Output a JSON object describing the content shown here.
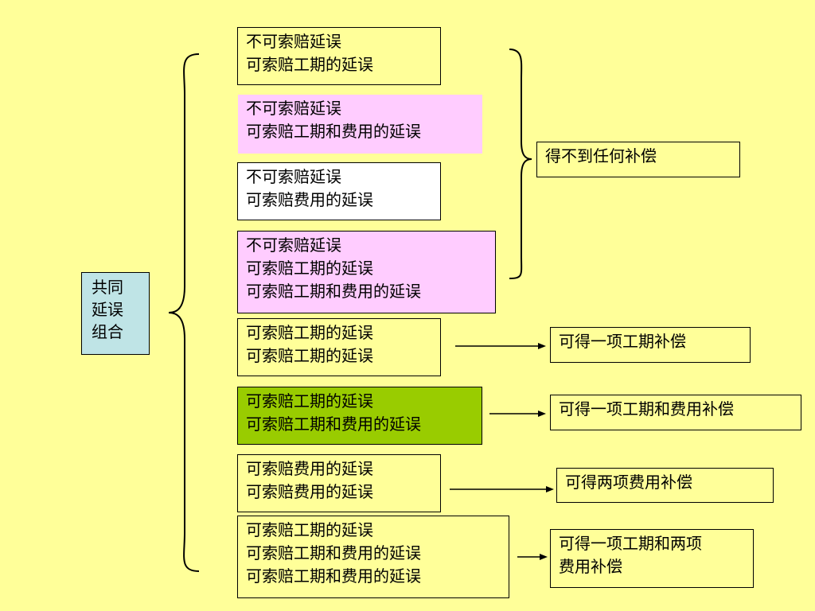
{
  "root": {
    "lines": [
      "共同",
      "延误",
      "组合"
    ],
    "color": "#bfe4e6"
  },
  "combos": [
    {
      "lines": [
        "不可索赔延误",
        "可索赔工期的延误"
      ],
      "color": "#ffff99"
    },
    {
      "lines": [
        "不可索赔延误",
        "可索赔工期和费用的延误"
      ],
      "color": "#ffccff"
    },
    {
      "lines": [
        "不可索赔延误",
        "可索赔费用的延误"
      ],
      "color": "#ffffff"
    },
    {
      "lines": [
        "不可索赔延误",
        "可索赔工期的延误",
        "可索赔工期和费用的延误"
      ],
      "color": "#ffccff"
    },
    {
      "lines": [
        "可索赔工期的延误",
        "可索赔工期的延误"
      ],
      "color": "#ffff99"
    },
    {
      "lines": [
        "可索赔工期的延误",
        "可索赔工期和费用的延误"
      ],
      "color": "#99cc00"
    },
    {
      "lines": [
        "可索赔费用的延误",
        "可索赔费用的延误"
      ],
      "color": "#ffff99"
    },
    {
      "lines": [
        "可索赔工期的延误",
        "可索赔工期和费用的延误",
        "可索赔工期和费用的延误"
      ],
      "color": "#ffff99"
    }
  ],
  "results": [
    {
      "lines": [
        "得不到任何补偿"
      ]
    },
    {
      "lines": [
        "可得一项工期补偿"
      ]
    },
    {
      "lines": [
        "可得一项工期和费用补偿"
      ]
    },
    {
      "lines": [
        "可得两项费用补偿"
      ]
    },
    {
      "lines": [
        "可得一项工期和两项",
        "费用补偿"
      ]
    }
  ]
}
